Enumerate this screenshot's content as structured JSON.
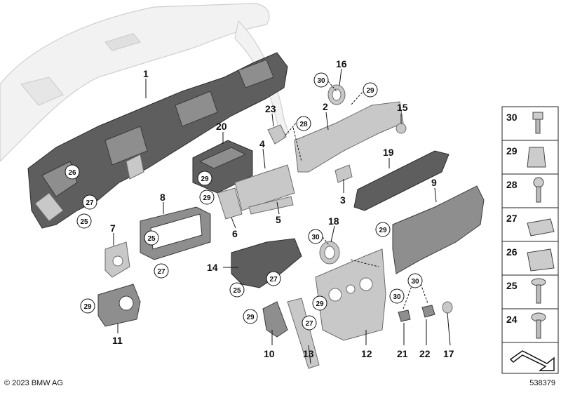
{
  "copyright": "© 2023 BMW AG",
  "diagram_number": "538379",
  "part_labels": [
    "1",
    "2",
    "3",
    "4",
    "5",
    "6",
    "7",
    "8",
    "9",
    "10",
    "11",
    "12",
    "13",
    "14",
    "15",
    "16",
    "17",
    "18",
    "19",
    "20",
    "21",
    "22",
    "23"
  ],
  "circled_labels": [
    "30",
    "29",
    "28",
    "26",
    "27",
    "25",
    "29",
    "25",
    "27",
    "29",
    "30",
    "25",
    "27",
    "29",
    "29",
    "30",
    "27",
    "30",
    "29",
    "29"
  ],
  "legend": [
    "30",
    "29",
    "28",
    "27",
    "26",
    "25",
    "24"
  ]
}
